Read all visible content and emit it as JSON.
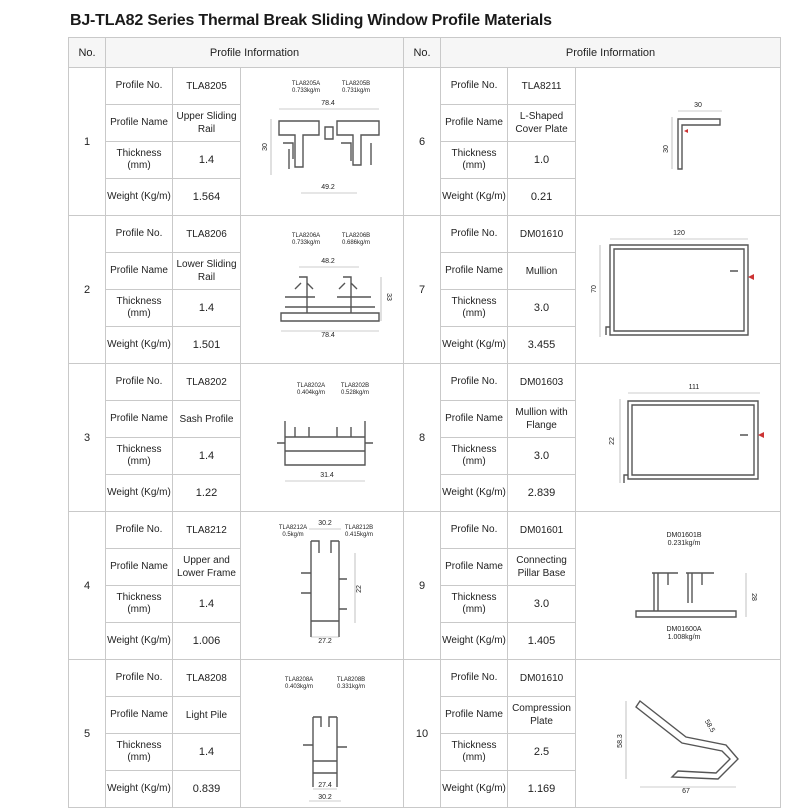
{
  "title": "BJ-TLA82 Series Thermal Break Sliding Window Profile Materials",
  "header": {
    "no": "No.",
    "info": "Profile Information"
  },
  "labels": {
    "profile_no": "Profile No.",
    "profile_name": "Profile Name",
    "thickness": "Thickness (mm)",
    "weight": "Weight (Kg/m)"
  },
  "rows": [
    {
      "no": "1",
      "profile_no": "TLA8205",
      "name": "Upper Sliding Rail",
      "thickness": "1.4",
      "weight": "1.564",
      "dims": [
        "TLA8205A",
        "0.733kg/m",
        "TLA8205B",
        "0.731kg/m",
        "78.4",
        "30",
        "49.2"
      ]
    },
    {
      "no": "2",
      "profile_no": "TLA8206",
      "name": "Lower Sliding Rail",
      "thickness": "1.4",
      "weight": "1.501",
      "dims": [
        "TLA8206A",
        "0.733kg/m",
        "TLA8206B",
        "0.686kg/m",
        "48.2",
        "33",
        "78.4"
      ]
    },
    {
      "no": "3",
      "profile_no": "TLA8202",
      "name": "Sash Profile",
      "thickness": "1.4",
      "weight": "1.22",
      "dims": [
        "TLA8202A",
        "0.404kg/m",
        "TLA8202B",
        "0.528kg/m",
        "31.4"
      ]
    },
    {
      "no": "4",
      "profile_no": "TLA8212",
      "name": "Upper and Lower Frame",
      "thickness": "1.4",
      "weight": "1.006",
      "dims": [
        "TLA8212A",
        "0.5kg/m",
        "TLA8212B",
        "0.415kg/m",
        "30.2",
        "22",
        "27.2"
      ]
    },
    {
      "no": "5",
      "profile_no": "TLA8208",
      "name": "Light Pile",
      "thickness": "1.4",
      "weight": "0.839",
      "dims": [
        "TLA8208A",
        "0.403kg/m",
        "TLA8208B",
        "0.331kg/m",
        "27.4",
        "30.2"
      ]
    },
    {
      "no": "6",
      "profile_no": "TLA8211",
      "name": "L-Shaped Cover Plate",
      "thickness": "1.0",
      "weight": "0.21",
      "dims": [
        "30",
        "30"
      ]
    },
    {
      "no": "7",
      "profile_no": "DM01610",
      "name": "Mullion",
      "thickness": "3.0",
      "weight": "3.455",
      "dims": [
        "120",
        "70"
      ]
    },
    {
      "no": "8",
      "profile_no": "DM01603",
      "name": "Mullion with Flange",
      "thickness": "3.0",
      "weight": "2.839",
      "dims": [
        "111",
        "22"
      ]
    },
    {
      "no": "9",
      "profile_no": "DM01601",
      "name": "Connecting Pillar Base",
      "thickness": "3.0",
      "weight": "1.405",
      "dims": [
        "DM01601B",
        "0.231kg/m",
        "DM01600A",
        "1.008kg/m",
        "28"
      ]
    },
    {
      "no": "10",
      "profile_no": "DM01610",
      "name": "Compression Plate",
      "thickness": "2.5",
      "weight": "1.169",
      "dims": [
        "67",
        "58.3",
        "58.5"
      ]
    }
  ]
}
